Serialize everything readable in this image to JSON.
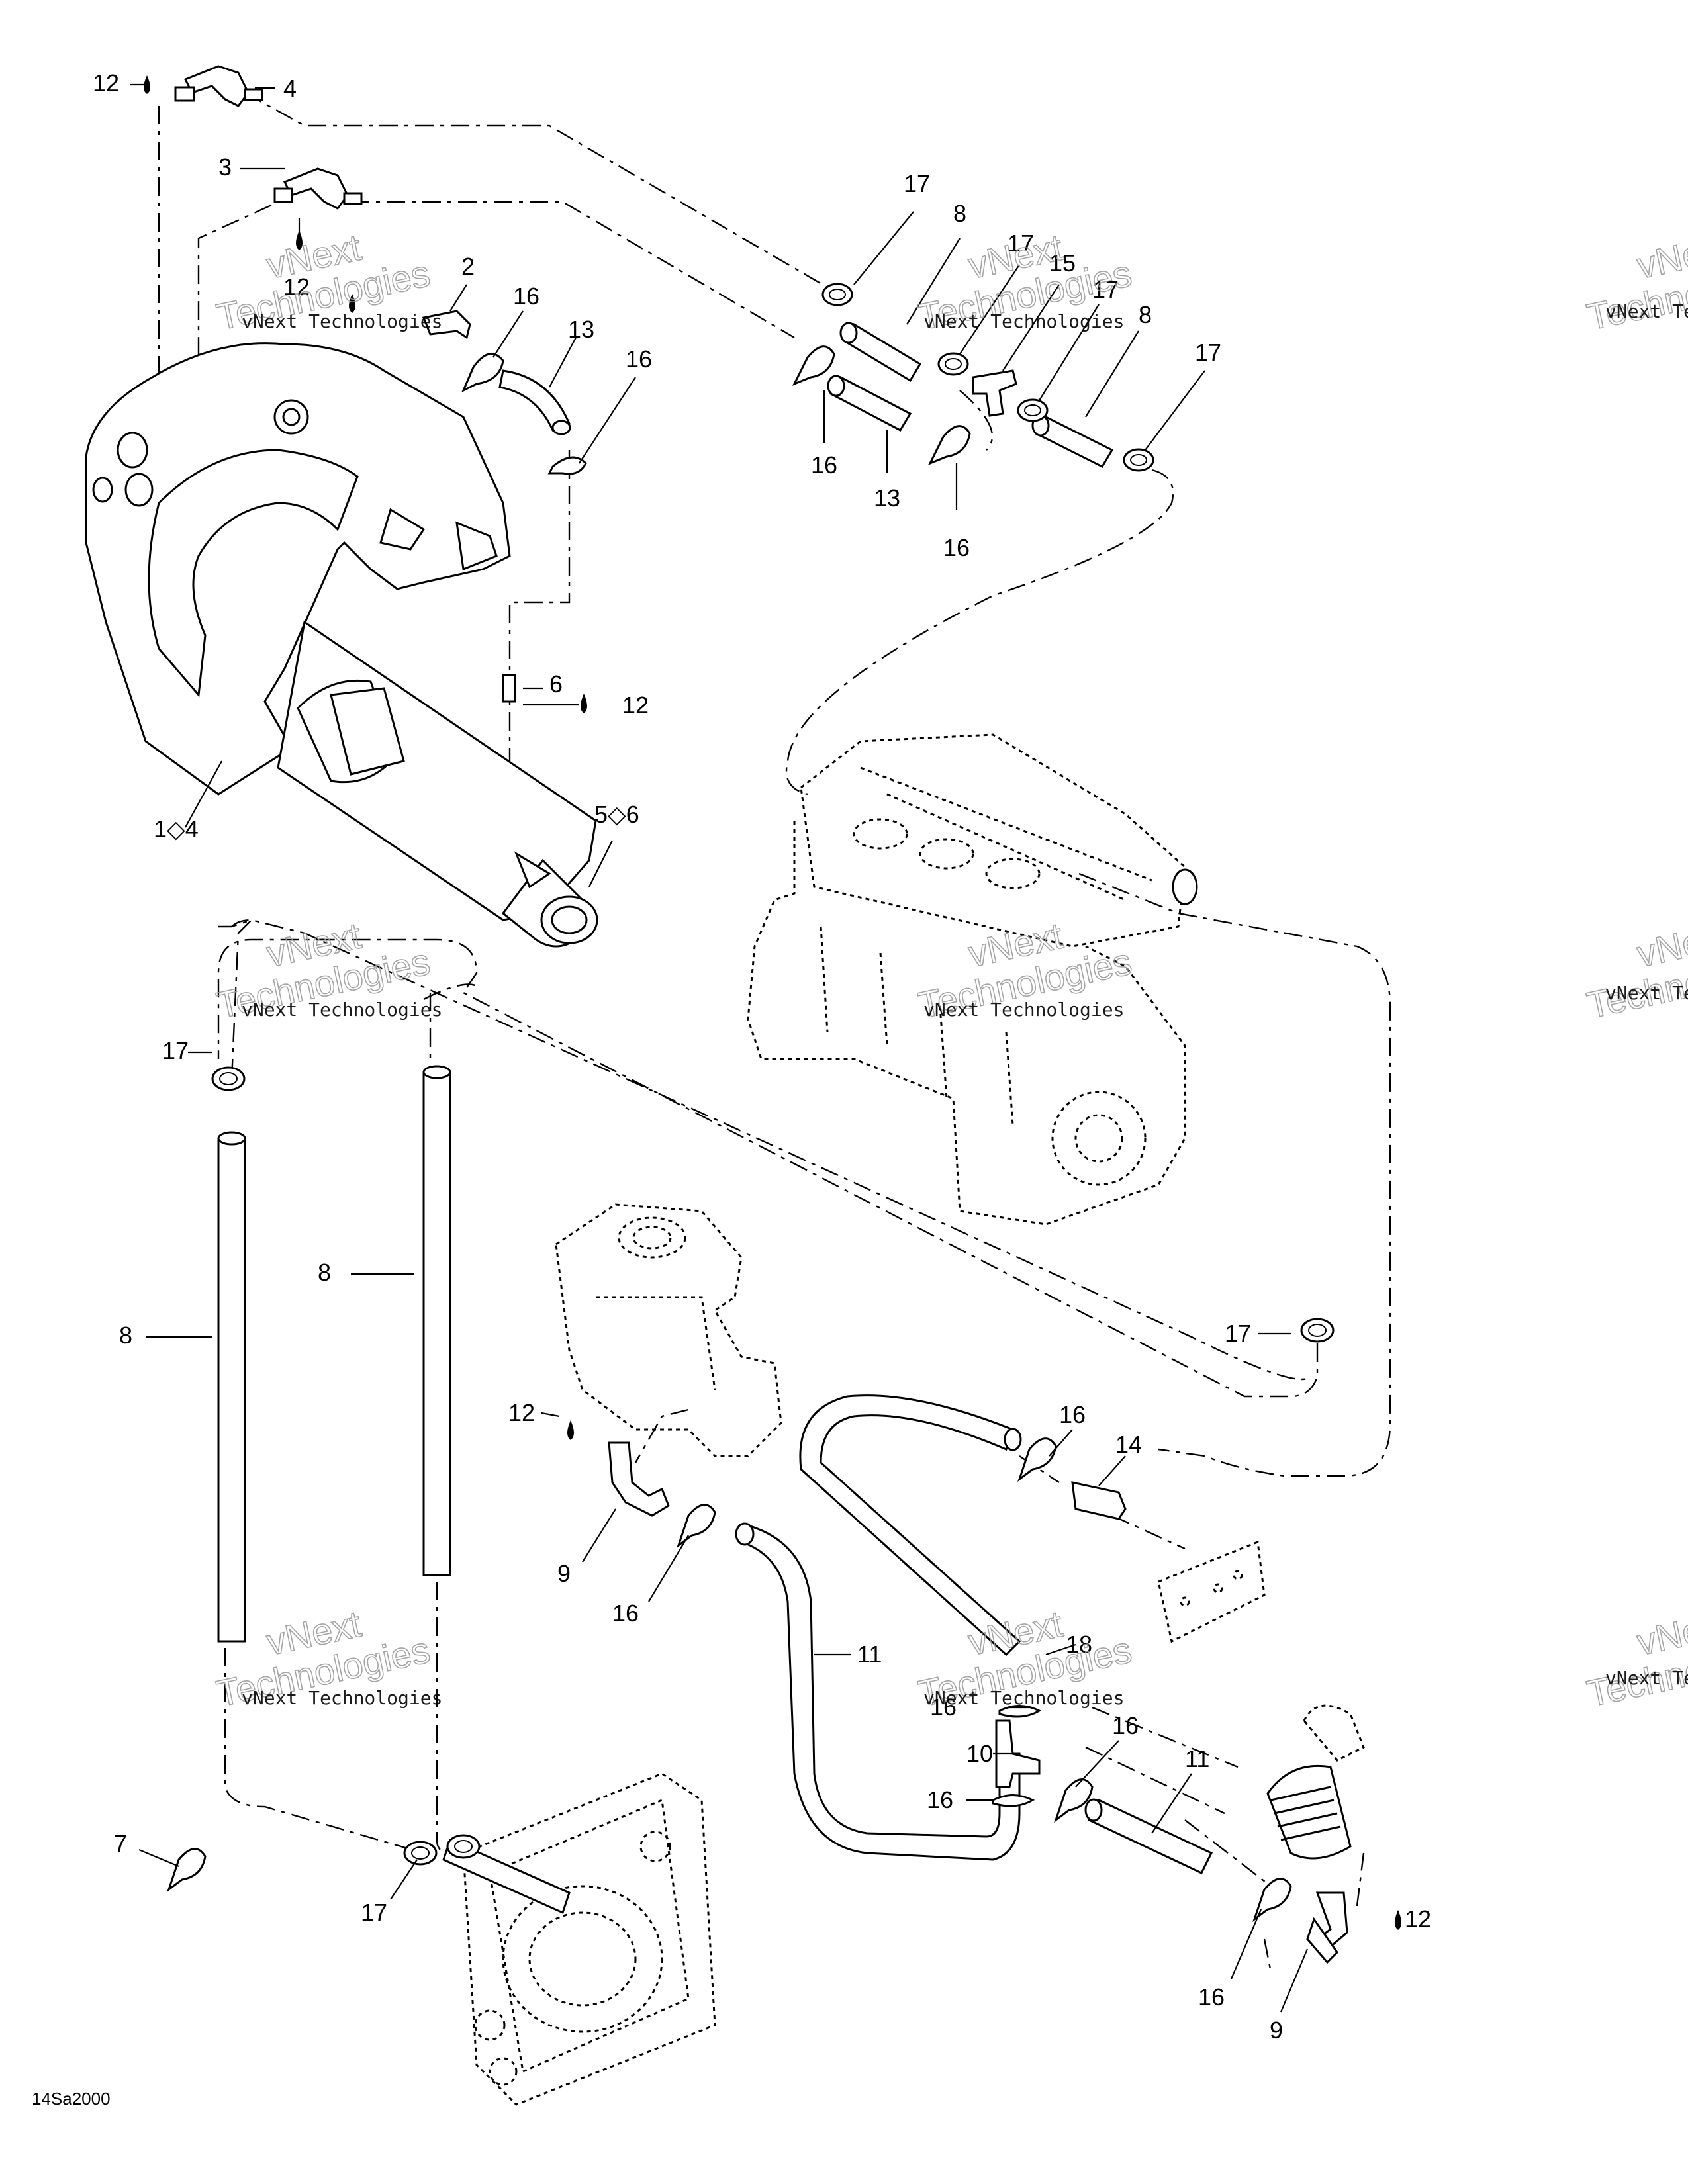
{
  "diagram": {
    "part_code": "14Sa2000",
    "watermark": {
      "line1": "vNext",
      "line2": "Technologies",
      "full": "vNext Technologies"
    },
    "callouts": [
      {
        "id": "c12a",
        "label": "12"
      },
      {
        "id": "c4",
        "label": "4"
      },
      {
        "id": "c3",
        "label": "3"
      },
      {
        "id": "c12b",
        "label": "12"
      },
      {
        "id": "c2",
        "label": "2"
      },
      {
        "id": "c16a",
        "label": "16"
      },
      {
        "id": "c13a",
        "label": "13"
      },
      {
        "id": "c16b",
        "label": "16"
      },
      {
        "id": "c6",
        "label": "6"
      },
      {
        "id": "c12c",
        "label": "12"
      },
      {
        "id": "c1",
        "label": "1◇4"
      },
      {
        "id": "c5",
        "label": "5◇6"
      },
      {
        "id": "c17a",
        "label": "17"
      },
      {
        "id": "c8a",
        "label": "8"
      },
      {
        "id": "c17b",
        "label": "17"
      },
      {
        "id": "c15",
        "label": "15"
      },
      {
        "id": "c17c",
        "label": "17"
      },
      {
        "id": "c8b",
        "label": "8"
      },
      {
        "id": "c17d",
        "label": "17"
      },
      {
        "id": "c16c",
        "label": "16"
      },
      {
        "id": "c13b",
        "label": "13"
      },
      {
        "id": "c16d",
        "label": "16"
      },
      {
        "id": "c17e",
        "label": "17"
      },
      {
        "id": "c8c",
        "label": "8"
      },
      {
        "id": "c8d",
        "label": "8"
      },
      {
        "id": "c17f",
        "label": "17"
      },
      {
        "id": "c12d",
        "label": "12"
      },
      {
        "id": "c16e",
        "label": "16"
      },
      {
        "id": "c14",
        "label": "14"
      },
      {
        "id": "c9a",
        "label": "9"
      },
      {
        "id": "c16f",
        "label": "16"
      },
      {
        "id": "c11a",
        "label": "11"
      },
      {
        "id": "c18",
        "label": "18"
      },
      {
        "id": "c16g",
        "label": "16"
      },
      {
        "id": "c10",
        "label": "10"
      },
      {
        "id": "c16h",
        "label": "16"
      },
      {
        "id": "c16i",
        "label": "16"
      },
      {
        "id": "c11b",
        "label": "11"
      },
      {
        "id": "c7",
        "label": "7"
      },
      {
        "id": "c17g",
        "label": "17"
      },
      {
        "id": "c12e",
        "label": "12"
      },
      {
        "id": "c16j",
        "label": "16"
      },
      {
        "id": "c9b",
        "label": "9"
      }
    ]
  }
}
